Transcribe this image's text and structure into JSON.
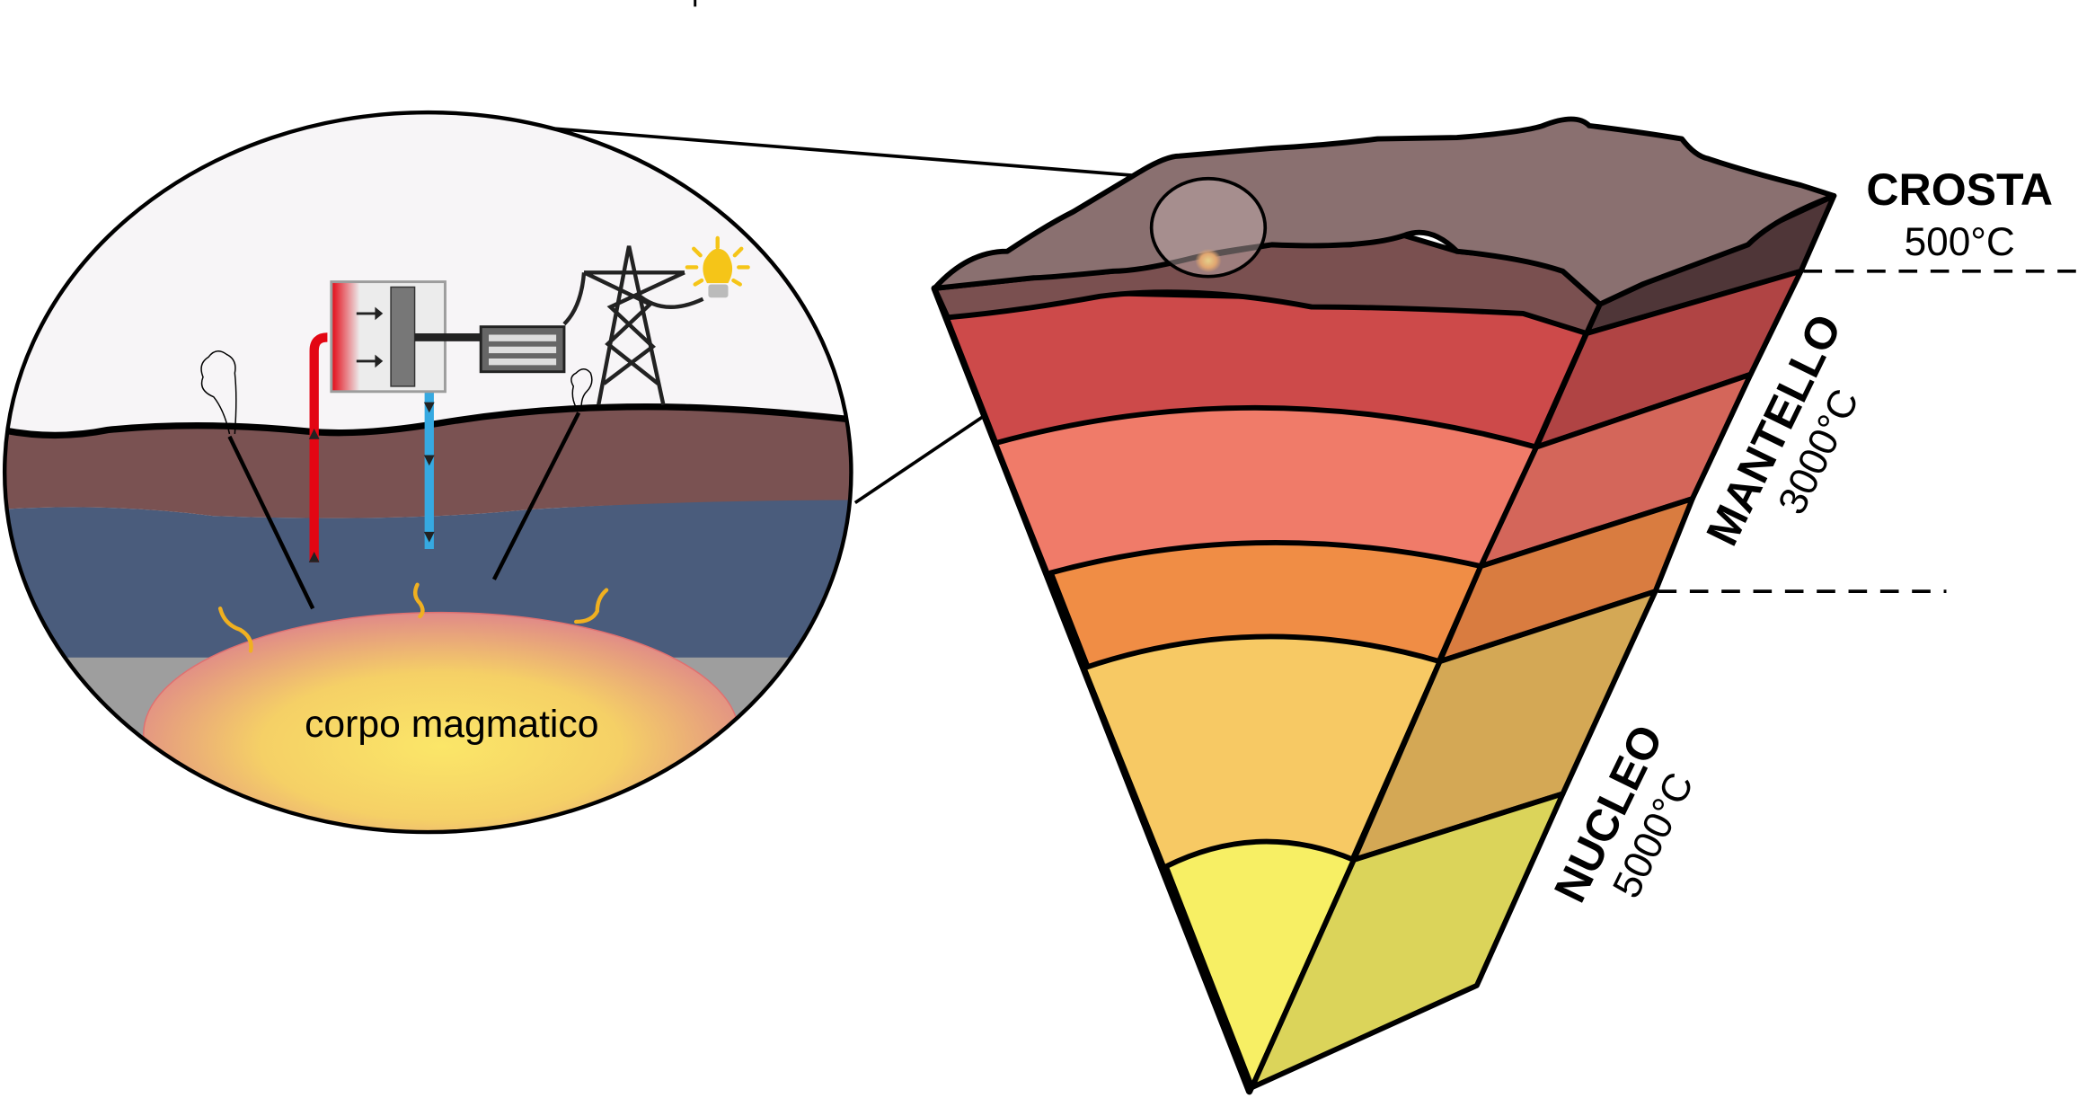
{
  "zoom_view": {
    "magma_label": "corpo magmatico"
  },
  "layers": {
    "crust": {
      "name": "CROSTA",
      "temperature": "500°C"
    },
    "mantle": {
      "name": "MANTELLO",
      "temperature": "3000°C"
    },
    "core": {
      "name": "NUCLEO",
      "temperature": "5000°C"
    }
  },
  "colors": {
    "crust_top": "#8a7070",
    "crust_side": "#7a5050",
    "layer1": "#cd4a4a",
    "layer2": "#f07b69",
    "layer3": "#f08d45",
    "layer4": "#f7c964",
    "layer5": "#f7ef64",
    "sky": "#f7f5f7",
    "ground": "#7a5252",
    "aquifer": "#4a5c7c",
    "bedrock": "#9e9e9e",
    "hot_pipe": "#e30613",
    "cold_pipe": "#36a9e1"
  }
}
